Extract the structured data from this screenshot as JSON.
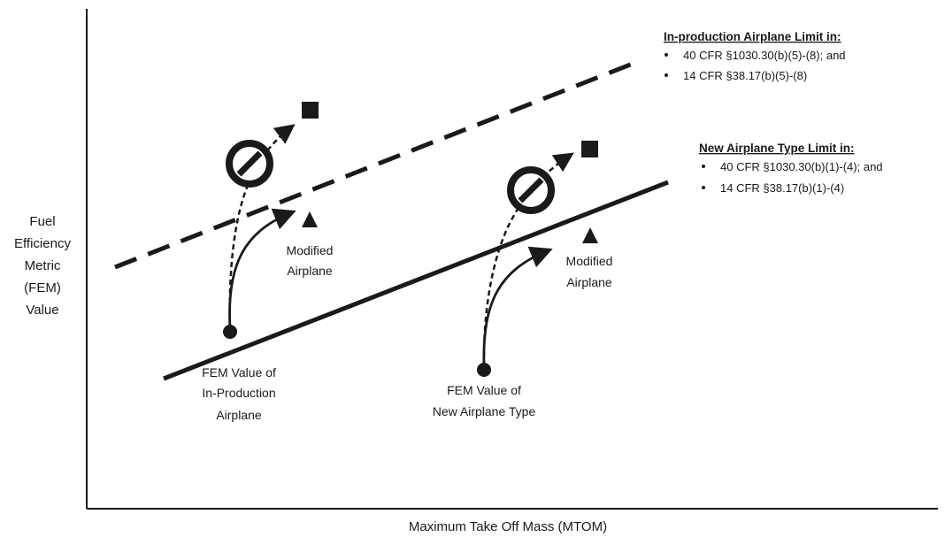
{
  "diagram": {
    "y_axis_label": [
      "Fuel",
      "Efficiency",
      "Metric",
      "(FEM)",
      "Value"
    ],
    "x_axis_label": "Maximum Take Off Mass (MTOM)",
    "in_production_limit": {
      "title": "In-production Airplane Limit in:",
      "items": [
        "40 CFR §1030.30(b)(5)-(8); and",
        "14 CFR §38.17(b)(5)-(8)"
      ],
      "line_style": "dashed"
    },
    "new_type_limit": {
      "title": "New Airplane Type Limit in:",
      "items": [
        "40 CFR §1030.30(b)(1)-(4); and",
        "14 CFR §38.17(b)(1)-(4)"
      ],
      "line_style": "solid"
    },
    "in_production_point": {
      "label": [
        "FEM Value of",
        "In-Production",
        "Airplane"
      ],
      "modified_label": [
        "Modified",
        "Airplane"
      ]
    },
    "new_type_point": {
      "label": [
        "FEM Value of",
        "New Airplane Type"
      ],
      "modified_label": [
        "Modified",
        "Airplane"
      ]
    },
    "icons": {
      "prohibited": "no-entry-icon",
      "modified_marker": "triangle-icon",
      "disallowed_marker": "square-icon",
      "bullet": "bullet-icon"
    },
    "colors": {
      "ink": "#1a1a1a",
      "background": "#ffffff"
    }
  }
}
